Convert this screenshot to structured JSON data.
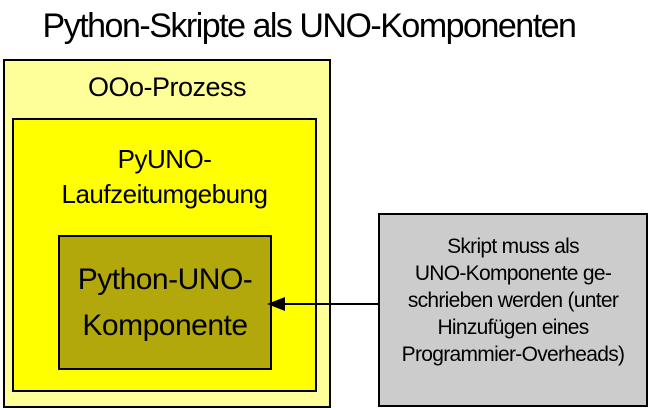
{
  "title": "Python-Skripte als UNO-Komponenten",
  "diagram": {
    "process_box": {
      "label": "OOo-Prozess",
      "fill": "#FFFF99",
      "border": "#000000"
    },
    "runtime_box": {
      "lines": [
        "PyUNO-",
        "Laufzeitumgebung"
      ],
      "fill": "#FFFF00",
      "border": "#000000"
    },
    "component_box": {
      "lines": [
        "Python-UNO-",
        "Komponente"
      ],
      "fill": "#B2A80B",
      "border": "#000000"
    },
    "note_box": {
      "lines": [
        "Skript muss als",
        "UNO-Komponente ge-",
        "schrieben werden (unter",
        "Hinzufügen eines",
        "Programmier-Overheads)"
      ],
      "fill": "#CCCCCC",
      "border": "#000000"
    },
    "arrow": {
      "from": "note_box",
      "to": "component_box",
      "direction": "left",
      "color": "#000000"
    }
  }
}
